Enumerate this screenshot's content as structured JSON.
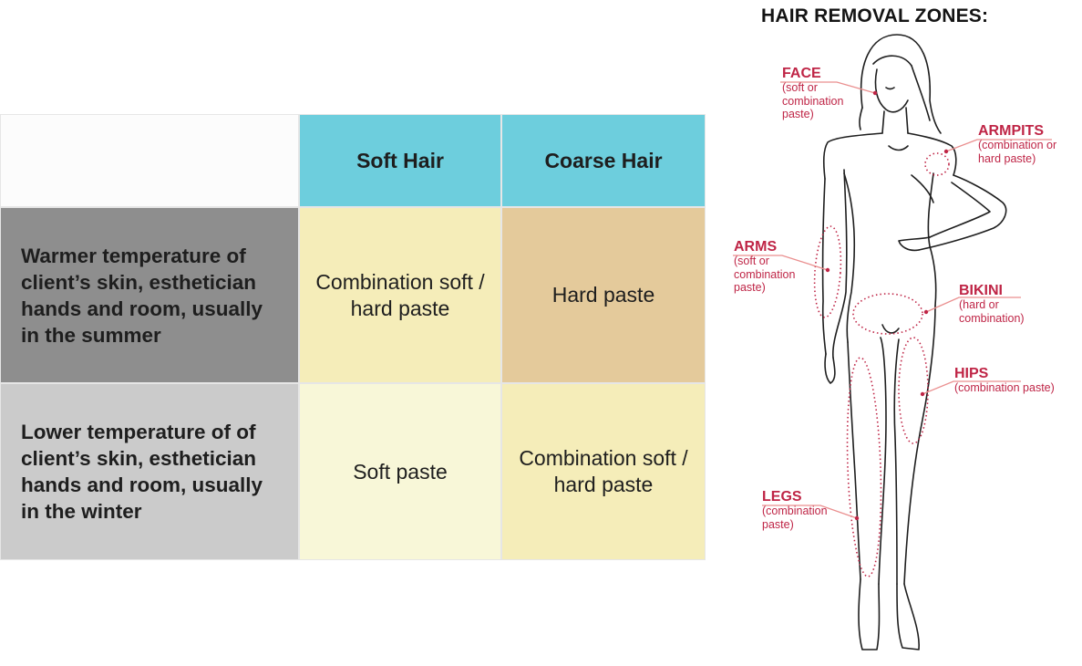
{
  "table": {
    "header": {
      "corner": "",
      "columns": [
        "Soft Hair",
        "Coarse Hair"
      ]
    },
    "rows": [
      {
        "label": "Warmer temperature of client’s skin, esthetician hands and room, usually in the summer",
        "cells": [
          "Combination soft / hard paste",
          "Hard paste"
        ]
      },
      {
        "label": "Lower temperature of of client’s skin, esthetician hands and room, usually in the winter",
        "cells": [
          "Soft paste",
          "Combination soft / hard paste"
        ]
      }
    ]
  },
  "diagram": {
    "title": "HAIR REMOVAL ZONES:",
    "zones": [
      {
        "name": "FACE",
        "note": "(soft or\ncombination\npaste)"
      },
      {
        "name": "ARMPITS",
        "note": "(combination or\nhard paste)"
      },
      {
        "name": "ARMS",
        "note": "(soft or\ncombination\npaste)"
      },
      {
        "name": "BIKINI",
        "note": "(hard or\ncombination)"
      },
      {
        "name": "HIPS",
        "note": "(combination paste)"
      },
      {
        "name": "LEGS",
        "note": "(combination\npaste)"
      }
    ]
  },
  "colors": {
    "header_bg": "#6dcedd",
    "row1_label_bg": "#8e8e8e",
    "row2_label_bg": "#cbcbcb",
    "light_yellow": "#f5edb9",
    "pale_yellow": "#f8f7d8",
    "tan": "#e4ca9b",
    "zone_red": "#bf2546",
    "zone_line": "#ea8f8f",
    "outline": "#1e1e1e"
  }
}
